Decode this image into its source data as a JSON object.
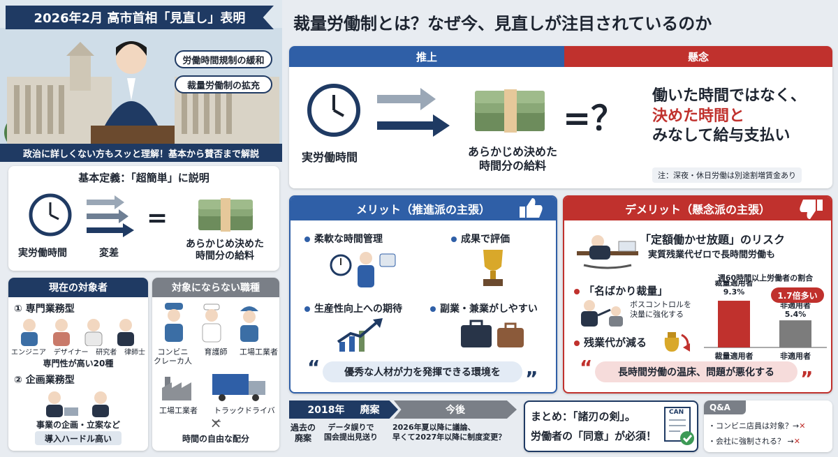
{
  "left": {
    "banner": "2026年2月 高市首相「見直し」表明",
    "bubbles": [
      "労働時間規制の緩和",
      "裁量労働制の拡充"
    ],
    "caption": "政治に詳しくない方もスッと理解！基本から賛否まで解説",
    "definition": {
      "title": "基本定義：「超簡単」に説明",
      "clock_label": "実労働時間",
      "arrows_label": "変差",
      "equals": "=",
      "money_label": "あらかじめ決めた\n時間分の給料"
    },
    "targets": {
      "title": "現在の対象者",
      "section1": "① 専門業務型",
      "people1": [
        "エンジニア",
        "デザイナー",
        "研究者",
        "律師士"
      ],
      "section1_note": "専門性が高い20種",
      "section2": "② 企画業務型",
      "section2_note": "事業の企画・立案など",
      "badge": "導入ハードル高い"
    },
    "non_targets": {
      "title": "対象にならない職種",
      "people": [
        "コンビニ\nクレーカ人",
        "育護師",
        "工場工業者"
      ],
      "items": [
        "工場工業者",
        "トラックドライバー"
      ],
      "cross": "×",
      "note": "時間の自由な配分"
    }
  },
  "right": {
    "main_title": "裁量労働制とは？なぜ今、見直しが注目されているのか",
    "concept": {
      "tab_left": "推上",
      "tab_right": "懸念",
      "clock_label": "実労働時間",
      "money_label": "あらかじめ決めた\n時間分の給料",
      "equals_q": "=？",
      "statement_line1": "働いた時間ではなく、",
      "statement_line2": "決めた時間と",
      "statement_line3": "みなして給与支払い",
      "note": "注：深夜・休日労働は別途割増賃金あり"
    },
    "merit": {
      "title": "メリット（推進派の主張）",
      "items": [
        "柔軟な時間管理",
        "成果で評価",
        "生産性向上への期待",
        "副業・兼業がしやすい"
      ],
      "quote": "優秀な人材が力を発揮できる環境を"
    },
    "demerit": {
      "title": "デメリット（懸念派の主張）",
      "risk_title": "「定額働かせ放題」のリスク",
      "risk_sub": "実質残業代ゼロで長時間労働も",
      "item1": "「名ばかり裁量」",
      "item1_sub": "ボスコントロルを\n決量に強化する",
      "item2": "残業代が減る",
      "chart_title": "週60時間以上労働者の割合",
      "quote": "長時間労働の温床、問題が悪化する"
    },
    "timeline": {
      "year": "2018年",
      "status": "廃案",
      "future": "今後",
      "col1": "過去の\n廃案",
      "col2": "データ誤りで\n国会提出見送り",
      "col3": "2026年夏以降に議論、\n早くて2027年以降に制度変更？"
    },
    "summary": {
      "line1": "まとめ：「諸刃の剣」。",
      "line2": "労働者の「同意」が必須！",
      "doc_label": "CAN"
    },
    "qa": {
      "title": "Q&A",
      "items": [
        "・コンビニ店員は対象？→",
        "・会社に強制される？ →"
      ],
      "mark": "✕"
    }
  },
  "colors": {
    "navy": "#1f3a63",
    "blue": "#2f5fa7",
    "red": "#c0312d",
    "money": "#7a9a6a"
  },
  "chart_data": {
    "type": "bar",
    "title": "週60時間以上労働者の割合",
    "categories": [
      "裁量適用者",
      "非適用者"
    ],
    "series": [
      {
        "values": [
          9.3,
          5.4
        ]
      }
    ],
    "value_labels": [
      "裁量適用者\n9.3%",
      "非適用者\n5.4%"
    ],
    "annotation": "1.7倍多い",
    "units": "%",
    "ylim": [
      0,
      10
    ],
    "grid": false,
    "colors": [
      "#c0312d",
      "#7c7c7c"
    ]
  }
}
